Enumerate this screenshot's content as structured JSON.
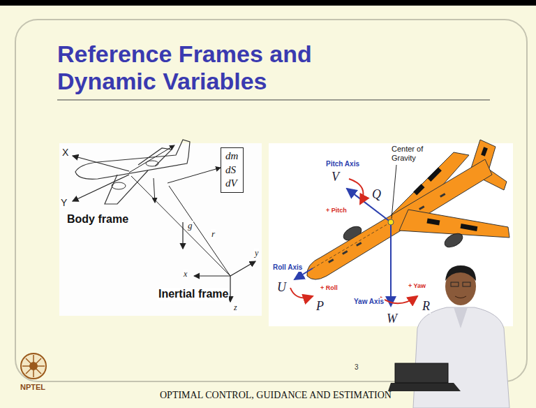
{
  "diagram": {
    "title": "Reference Frames and Dynamic Variables",
    "caption": "OPTIMAL CONTROL, GUIDANCE AND ESTIMATION",
    "nodes": [
      {
        "text": [
          "dm",
          "dS",
          "dV"
        ]
      }
    ],
    "labels": [
      "X",
      "Y",
      "Body frame",
      "g",
      "r",
      "x",
      "y",
      "z",
      "Inertial frame",
      "Center of Gravity",
      "Pitch Axis",
      "V",
      "Q",
      "+ Pitch",
      "Roll Axis",
      "U",
      "P",
      "+ Roll",
      "Yaw Axis",
      "W",
      "R",
      "+ Yaw",
      "NPTEL",
      "3"
    ]
  }
}
